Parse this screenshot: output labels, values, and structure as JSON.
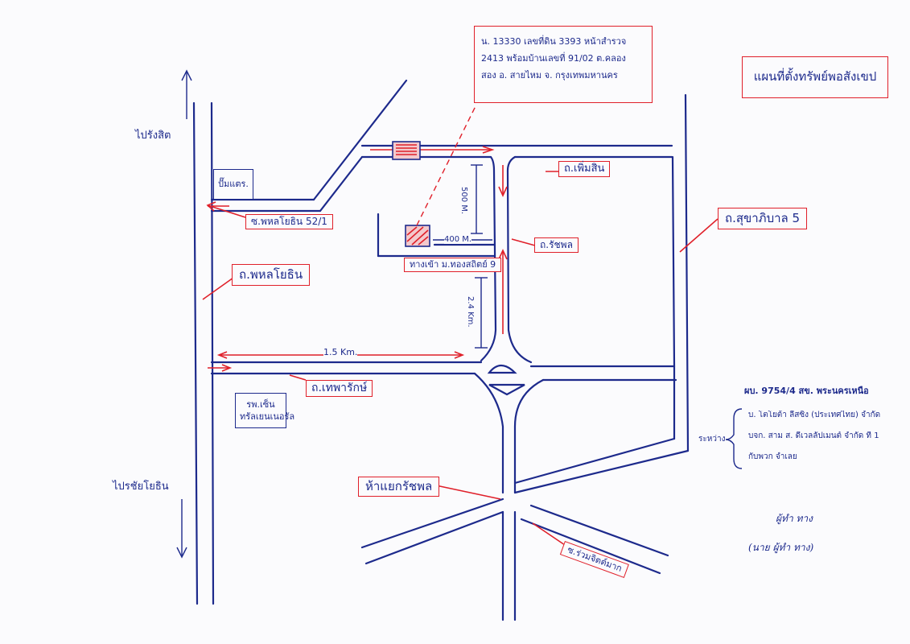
{
  "title": "แผนที่ตั้งทรัพย์พอสังเขป",
  "property_note": {
    "lines": [
      "น. 13330 เลขที่ดิน 3393 หน้าสำรวจ",
      "2413 พร้อมบ้านเลขที่ 91/02 ต.คลอง",
      "สอง อ. สายไหม จ. กรุงเทพมหานคร"
    ]
  },
  "labels": {
    "to_north": "ไปรังสิต",
    "to_south": "ไปรชัยโยธิน",
    "shop": "ปั๊มแตร.",
    "soi_phahon": "ซ.พหลโยธิน 52/1",
    "road_phahon": "ถ.พหลโยธิน",
    "road_phoemsin": "ถ.เพิ่มสิน",
    "road_sukhaphiban": "ถ.สุขาภิบาล 5",
    "road_ratchaphon": "ถ.รัชพล",
    "village_entrance": "ทางเข้า ม.ทองสถิตย์ 9",
    "road_saphan": "ถ.เทพารักษ์",
    "hospital_line1": "รพ.เซ็น",
    "hospital_line2": "ทรัลเยนเนอรัล",
    "junction": "ห้าแยกรัชพล",
    "soi_bottom": "ซ.ร่วมจิตต์มาก",
    "dist_500": "500 M.",
    "dist_400": "400 M.",
    "dist_24": "2.4 Km.",
    "dist_15": "1.5 Km."
  },
  "side_note": {
    "header": "ผบ. 9754/4 สข. พระนครเหนือ",
    "between": "ระหว่าง",
    "lines": [
      "บ. โตโยต้า ลีสซิ่ง (ประเทศไทย) จำกัด",
      "บจก. สาม ส. ดีเวลลัปเมนต์ จำกัด ที่ 1",
      "กับพวก จำเลย"
    ]
  },
  "signature": {
    "name": "ผู้ทำ ทาง",
    "caption": "(นาย ผู้ทำ ทาง)"
  },
  "colors": {
    "ink_blue": "#1d2a8c",
    "ink_red": "#e0202a",
    "paper": "#fbfbfd"
  }
}
